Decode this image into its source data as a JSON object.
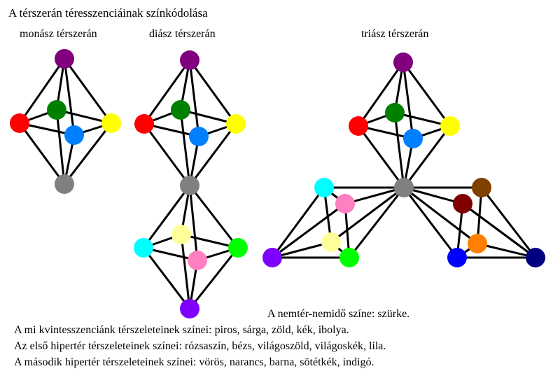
{
  "title": "A térszerán téresszenciáinak színkódolása",
  "labels": {
    "monas": "monász térszerán",
    "dias": "diász térszerán",
    "trias": "triász térszerán"
  },
  "notes": {
    "gray": "A nemtér-nemidő színe: szürke.",
    "line1": "A mi kvintesszenciánk térszeleteinek színei: piros, sárga, zöld, kék, ibolya.",
    "line2": "Az első hipertér térszeleteinek színei: rózsaszín, bézs, világoszöld, világoskék, lila.",
    "line3": "A második hipertér térszeleteinek színei: vörös, narancs, barna, sötétkék, indigó."
  },
  "colors": {
    "purple": "#800080",
    "red": "#ff0000",
    "green": "#008000",
    "blue": "#0080ff",
    "yellow": "#ffff00",
    "gray": "#808080",
    "cyan": "#00ffff",
    "beige": "#ffff99",
    "pink": "#ff80c0",
    "lightgreen": "#00ff00",
    "violet": "#8000ff",
    "maroon": "#800000",
    "brown": "#804000",
    "orange": "#ff8000",
    "brightblue": "#0000ff",
    "navy": "#000080"
  },
  "graphs": [
    {
      "id": "monas",
      "nodes": [
        {
          "id": "top",
          "color": "purple"
        },
        {
          "id": "red",
          "color": "red"
        },
        {
          "id": "green",
          "color": "green"
        },
        {
          "id": "blue",
          "color": "blue"
        },
        {
          "id": "yellow",
          "color": "yellow"
        },
        {
          "id": "gray",
          "color": "gray"
        }
      ],
      "edges": [
        [
          "top",
          "red"
        ],
        [
          "top",
          "green"
        ],
        [
          "top",
          "blue"
        ],
        [
          "top",
          "yellow"
        ],
        [
          "gray",
          "red"
        ],
        [
          "gray",
          "green"
        ],
        [
          "gray",
          "blue"
        ],
        [
          "gray",
          "yellow"
        ],
        [
          "red",
          "green"
        ],
        [
          "green",
          "yellow"
        ],
        [
          "yellow",
          "blue"
        ],
        [
          "blue",
          "red"
        ]
      ]
    },
    {
      "id": "dias",
      "nodes": [
        {
          "id": "top",
          "color": "purple"
        },
        {
          "id": "red",
          "color": "red"
        },
        {
          "id": "green",
          "color": "green"
        },
        {
          "id": "blue",
          "color": "blue"
        },
        {
          "id": "yellow",
          "color": "yellow"
        },
        {
          "id": "gray",
          "color": "gray"
        },
        {
          "id": "cyan",
          "color": "cyan"
        },
        {
          "id": "beige",
          "color": "beige"
        },
        {
          "id": "pink",
          "color": "pink"
        },
        {
          "id": "lightgreen",
          "color": "lightgreen"
        },
        {
          "id": "violet",
          "color": "violet"
        }
      ],
      "edges": [
        [
          "top",
          "red"
        ],
        [
          "top",
          "green"
        ],
        [
          "top",
          "blue"
        ],
        [
          "top",
          "yellow"
        ],
        [
          "gray",
          "red"
        ],
        [
          "gray",
          "green"
        ],
        [
          "gray",
          "blue"
        ],
        [
          "gray",
          "yellow"
        ],
        [
          "red",
          "green"
        ],
        [
          "green",
          "yellow"
        ],
        [
          "yellow",
          "blue"
        ],
        [
          "blue",
          "red"
        ],
        [
          "gray",
          "cyan"
        ],
        [
          "gray",
          "beige"
        ],
        [
          "gray",
          "pink"
        ],
        [
          "gray",
          "lightgreen"
        ],
        [
          "violet",
          "cyan"
        ],
        [
          "violet",
          "beige"
        ],
        [
          "violet",
          "pink"
        ],
        [
          "violet",
          "lightgreen"
        ],
        [
          "cyan",
          "beige"
        ],
        [
          "beige",
          "lightgreen"
        ],
        [
          "lightgreen",
          "pink"
        ],
        [
          "pink",
          "cyan"
        ]
      ]
    },
    {
      "id": "trias",
      "nodes": [
        {
          "id": "top",
          "color": "purple"
        },
        {
          "id": "red",
          "color": "red"
        },
        {
          "id": "green",
          "color": "green"
        },
        {
          "id": "blue",
          "color": "blue"
        },
        {
          "id": "yellow",
          "color": "yellow"
        },
        {
          "id": "gray",
          "color": "gray"
        },
        {
          "id": "cyan",
          "color": "cyan"
        },
        {
          "id": "pink",
          "color": "pink"
        },
        {
          "id": "beige",
          "color": "beige"
        },
        {
          "id": "violet",
          "color": "violet"
        },
        {
          "id": "lightgreen",
          "color": "lightgreen"
        },
        {
          "id": "maroon",
          "color": "maroon"
        },
        {
          "id": "brown",
          "color": "brown"
        },
        {
          "id": "orange",
          "color": "orange"
        },
        {
          "id": "brightblue",
          "color": "brightblue"
        },
        {
          "id": "navy",
          "color": "navy"
        }
      ],
      "edges": [
        [
          "top",
          "red"
        ],
        [
          "top",
          "green"
        ],
        [
          "top",
          "blue"
        ],
        [
          "top",
          "yellow"
        ],
        [
          "gray",
          "red"
        ],
        [
          "gray",
          "green"
        ],
        [
          "gray",
          "blue"
        ],
        [
          "gray",
          "yellow"
        ],
        [
          "red",
          "green"
        ],
        [
          "green",
          "yellow"
        ],
        [
          "yellow",
          "blue"
        ],
        [
          "blue",
          "red"
        ],
        [
          "gray",
          "cyan"
        ],
        [
          "gray",
          "pink"
        ],
        [
          "gray",
          "beige"
        ],
        [
          "gray",
          "lightgreen"
        ],
        [
          "violet",
          "cyan"
        ],
        [
          "violet",
          "pink"
        ],
        [
          "violet",
          "beige"
        ],
        [
          "violet",
          "lightgreen"
        ],
        [
          "cyan",
          "pink"
        ],
        [
          "pink",
          "lightgreen"
        ],
        [
          "lightgreen",
          "beige"
        ],
        [
          "beige",
          "cyan"
        ],
        [
          "gray",
          "brown"
        ],
        [
          "gray",
          "maroon"
        ],
        [
          "gray",
          "orange"
        ],
        [
          "gray",
          "brightblue"
        ],
        [
          "navy",
          "brown"
        ],
        [
          "navy",
          "maroon"
        ],
        [
          "navy",
          "orange"
        ],
        [
          "navy",
          "brightblue"
        ],
        [
          "brightblue",
          "maroon"
        ],
        [
          "maroon",
          "navy"
        ],
        [
          "brightblue",
          "orange"
        ],
        [
          "orange",
          "brown"
        ]
      ]
    }
  ]
}
